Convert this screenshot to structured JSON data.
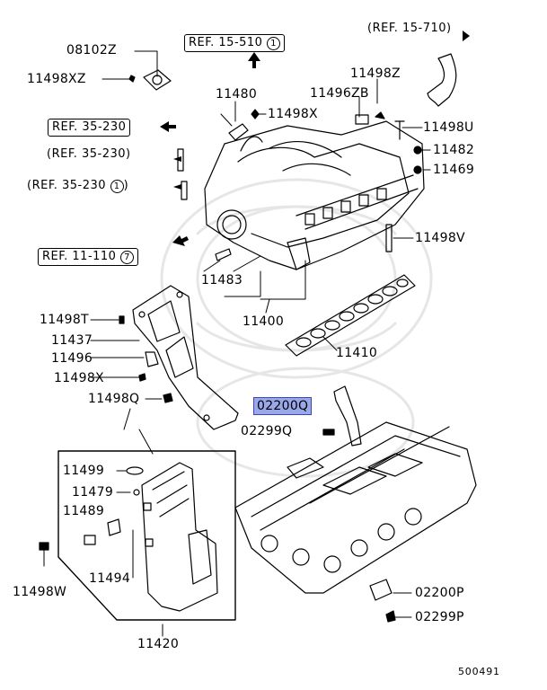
{
  "diagram_code": "500491",
  "highlight_color": "#9aa7e8",
  "parts": {
    "p08102Z": "08102Z",
    "p11498XZ": "11498XZ",
    "p11480": "11480",
    "p11498X_top": "11498X",
    "p11498Z": "11498Z",
    "p11496ZB": "11496ZB",
    "p11498U": "11498U",
    "p11482": "11482",
    "p11469": "11469",
    "p11498V": "11498V",
    "p11483": "11483",
    "p11400": "11400",
    "p11410": "11410",
    "p11498T": "11498T",
    "p11437": "11437",
    "p11496": "11496",
    "p11498X_mid": "11498X",
    "p11498Q": "11498Q",
    "p02200Q": "02200Q",
    "p02299Q": "02299Q",
    "p11499": "11499",
    "p11479": "11479",
    "p11489": "11489",
    "p11494": "11494",
    "p11498W": "11498W",
    "p11420": "11420",
    "p02200P": "02200P",
    "p02299P": "02299P"
  },
  "refs": {
    "r15_510": "REF. 15-510",
    "r15_510_num": "1",
    "r15_710": "(REF. 15-710)",
    "r35_230_a": "REF. 35-230",
    "r35_230_b": "(REF. 35-230)",
    "r35_230_c": "(REF. 35-230",
    "r35_230_c_num": "1",
    "r11_110": "REF. 11-110",
    "r11_110_num": "7"
  }
}
